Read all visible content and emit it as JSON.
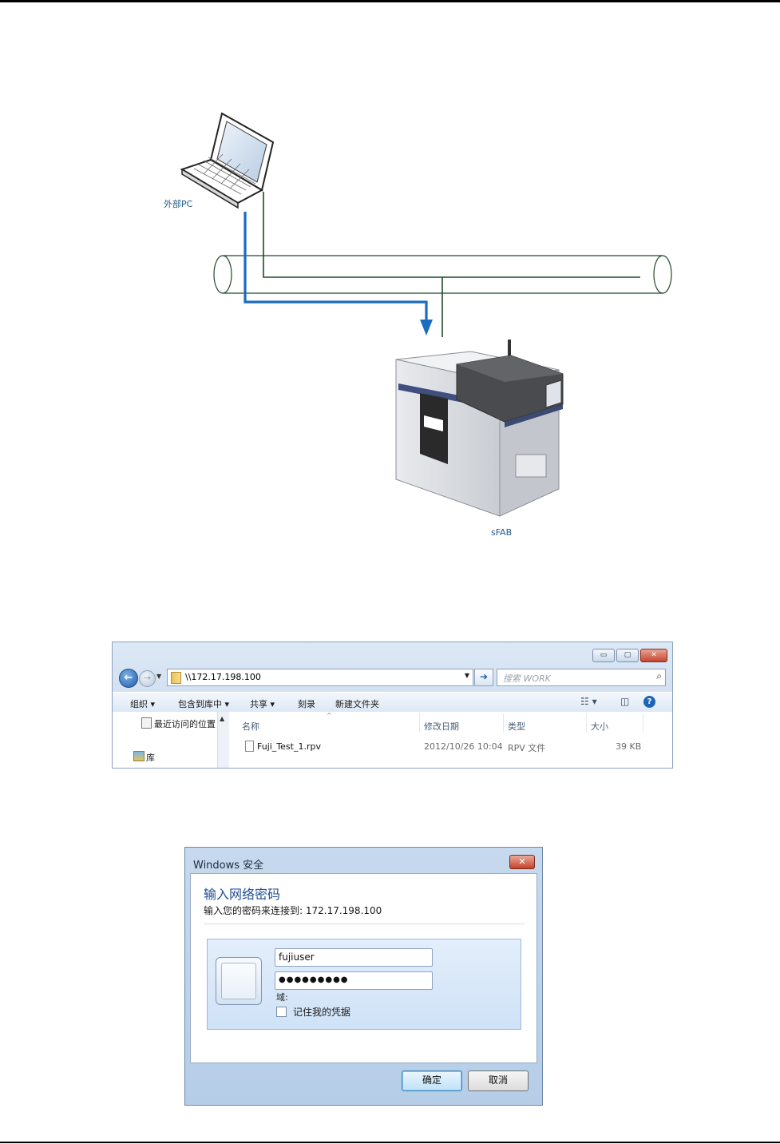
{
  "diagram": {
    "pc_label": "外部PC",
    "machine_label": "sFAB",
    "colors": {
      "network_line": "#1f4a2a",
      "data_flow": "#1a6cc0"
    }
  },
  "explorer": {
    "window_controls": {
      "minimize": "▭",
      "maximize": "▢",
      "close": "✕"
    },
    "address": "\\\\172.17.198.100",
    "search_placeholder": "搜索 WORK",
    "toolbar": {
      "organize": "组织 ▾",
      "include_library": "包含到库中 ▾",
      "share": "共享 ▾",
      "burn": "刻录",
      "new_folder": "新建文件夹"
    },
    "nav": {
      "recent": "最近访问的位置",
      "library": "库"
    },
    "columns": {
      "name": "名称",
      "modified": "修改日期",
      "type": "类型",
      "size": "大小"
    },
    "files": [
      {
        "name": "Fuji_Test_1.rpv",
        "modified": "2012/10/26 10:04",
        "type": "RPV 文件",
        "size": "39 KB"
      }
    ]
  },
  "dialog": {
    "title": "Windows 安全",
    "close": "✕",
    "heading": "输入网络密码",
    "subtitle": "输入您的密码来连接到: 172.17.198.100",
    "username": "fujiuser",
    "password_mask": "●●●●●●●●●",
    "domain_label": "域:",
    "remember_label": "记住我的凭据",
    "ok_label": "确定",
    "cancel_label": "取消"
  }
}
